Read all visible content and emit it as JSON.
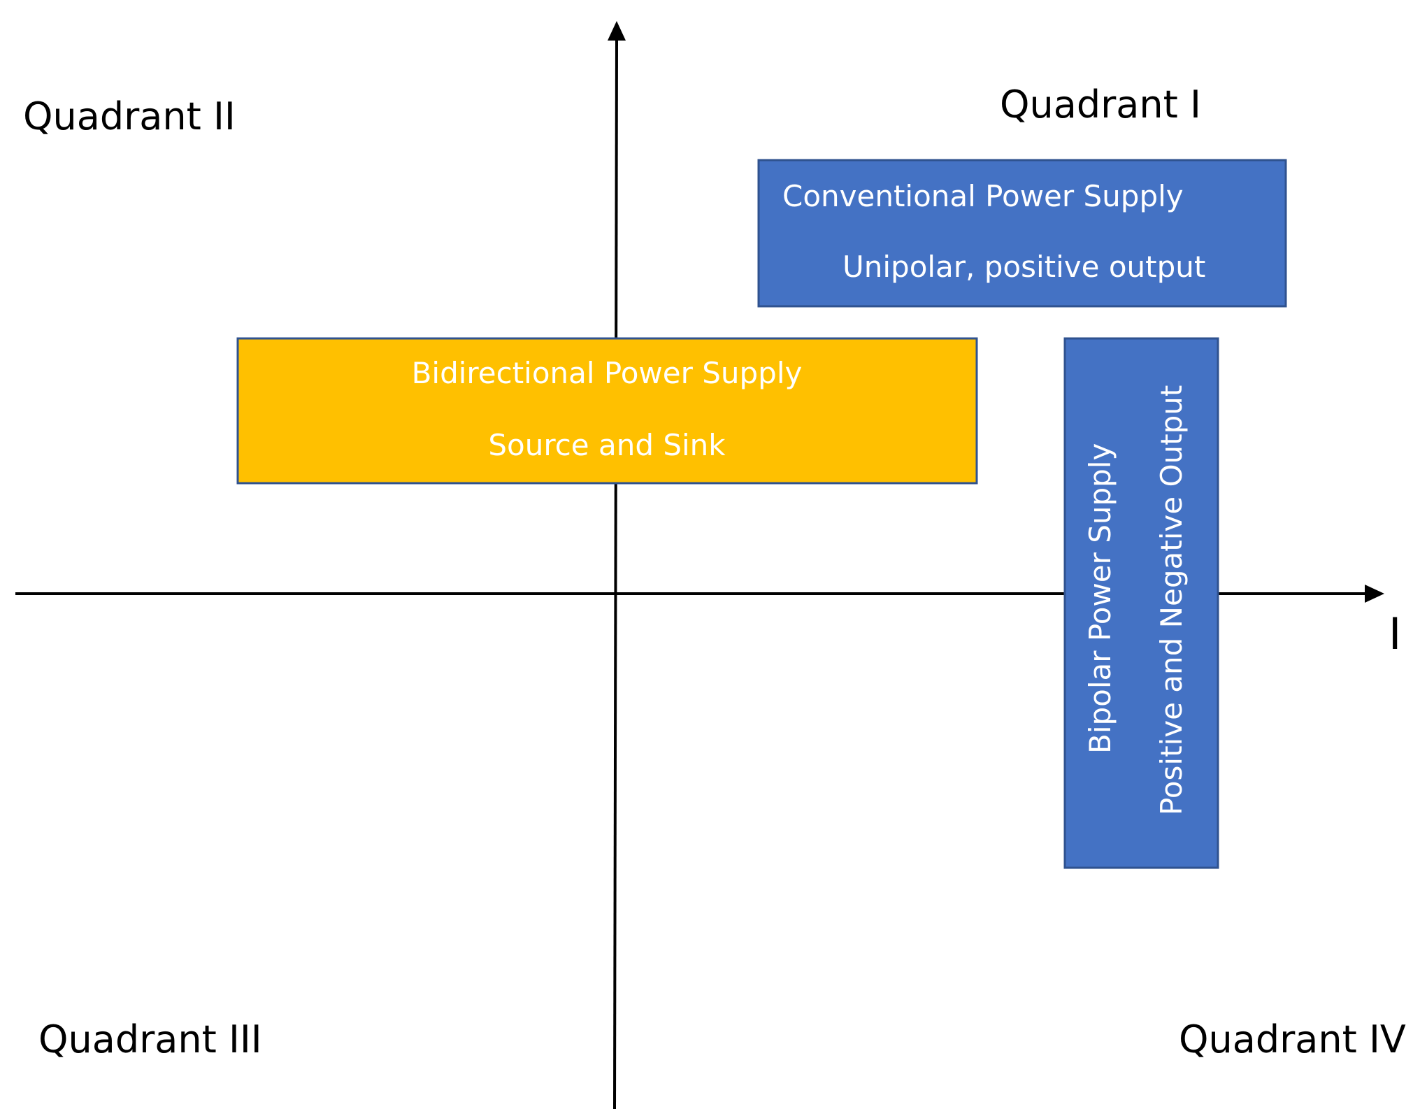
{
  "quadrants": {
    "q1": "Quadrant I",
    "q2": "Quadrant II",
    "q3": "Quadrant III",
    "q4": "Quadrant IV"
  },
  "axes": {
    "x_label": "I"
  },
  "boxes": {
    "conventional": {
      "line1": "Conventional  Power Supply",
      "line2": "Unipolar,  positive output",
      "color": "#4472C4"
    },
    "bidirectional": {
      "line1": "Bidirectional  Power Supply",
      "line2": "Source and Sink",
      "color": "#FFC000"
    },
    "bipolar": {
      "line1": "Bipolar  Power Supply",
      "line2": "Positive  and Negative Output",
      "color": "#4472C4"
    },
    "border_color": "#2F528F"
  }
}
